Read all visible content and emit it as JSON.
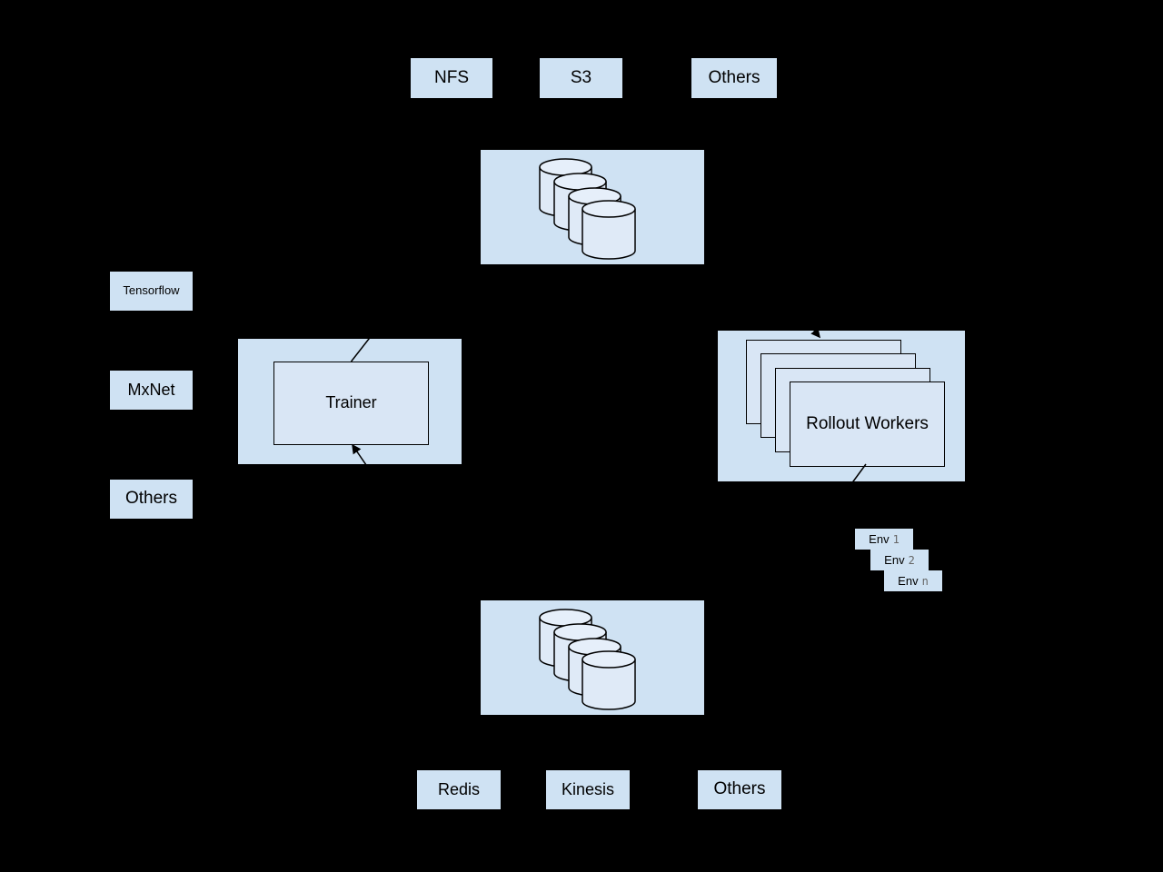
{
  "diagram": {
    "background_color": "#000000",
    "node_fill_color": "#cfe2f3",
    "card_fill_color": "#d9e6f5",
    "cylinder_body_color": "#dfeaf7",
    "cylinder_top_color": "#e6effa",
    "stroke_color": "#000000",
    "env_num_color": "#666666",
    "top_row": [
      {
        "label": "NFS"
      },
      {
        "label": "S3"
      },
      {
        "label": "Others"
      }
    ],
    "storage_top": {
      "icon": "database-cylinders-icon"
    },
    "storage_bottom": {
      "icon": "database-cylinders-icon"
    },
    "left_column": [
      {
        "label": "Tensorflow"
      },
      {
        "label": "MxNet"
      },
      {
        "label": "Others"
      }
    ],
    "trainer": {
      "label": "Trainer"
    },
    "rollout": {
      "label": "Rollout Workers"
    },
    "envs": [
      {
        "prefix": "Env",
        "num": "1"
      },
      {
        "prefix": "Env",
        "num": "2"
      },
      {
        "prefix": "Env",
        "num": "n"
      }
    ],
    "bottom_row": [
      {
        "label": "Redis"
      },
      {
        "label": "Kinesis"
      },
      {
        "label": "Others"
      }
    ]
  }
}
